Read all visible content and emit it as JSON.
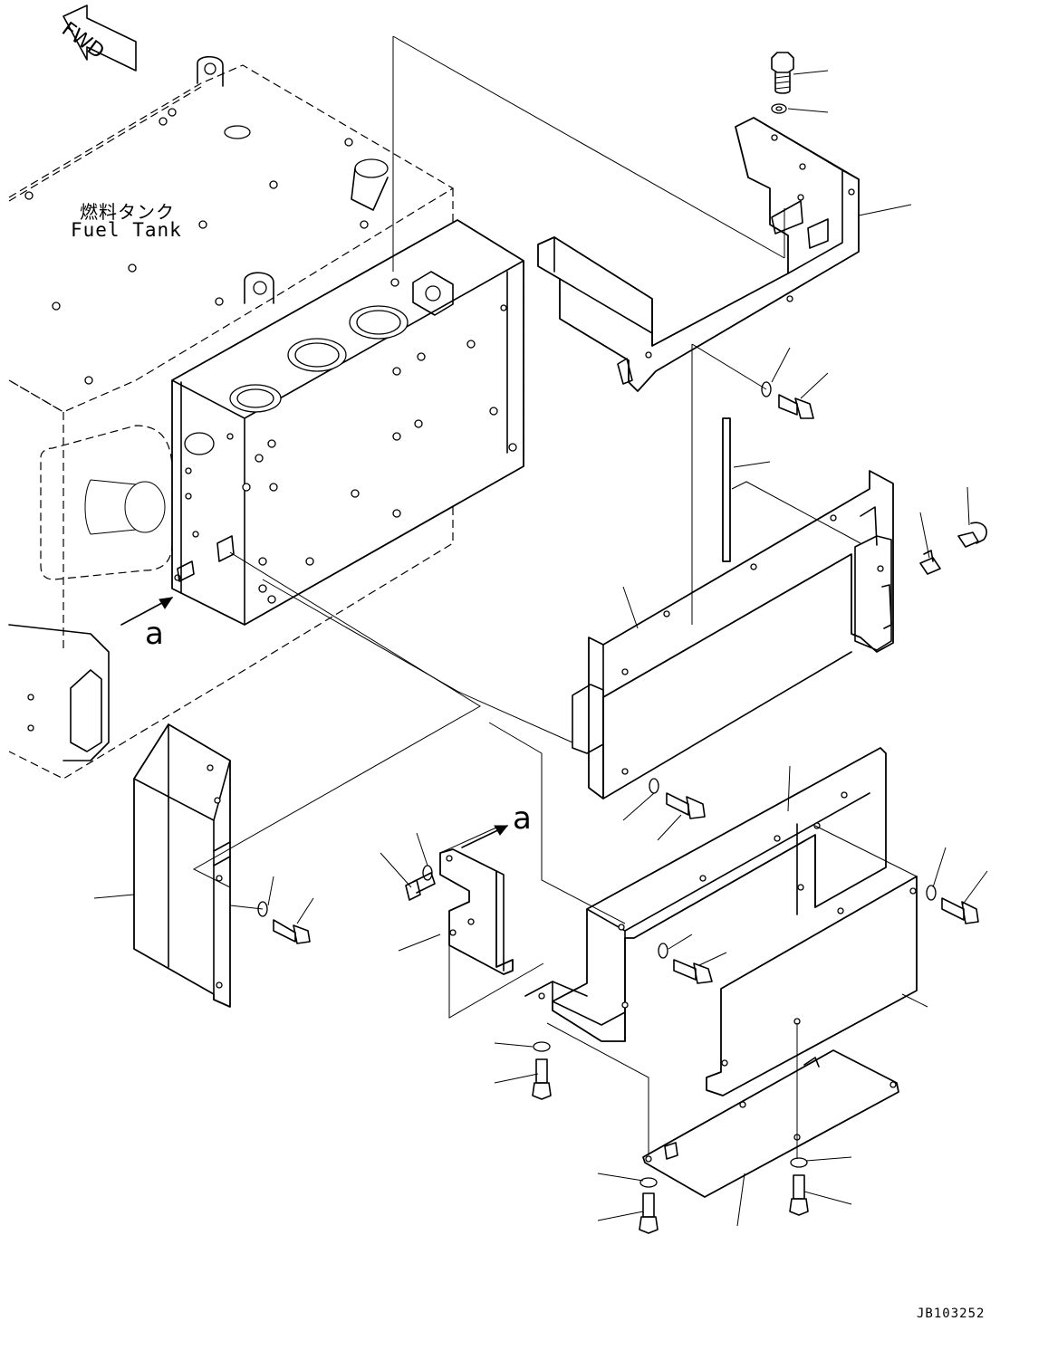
{
  "labels": {
    "fwd": "FWD",
    "tank_jp": "燃料タンク",
    "tank_en": "Fuel Tank",
    "view_marker_left": "a",
    "view_marker_right": "a",
    "drawing_code": "JB103252"
  }
}
